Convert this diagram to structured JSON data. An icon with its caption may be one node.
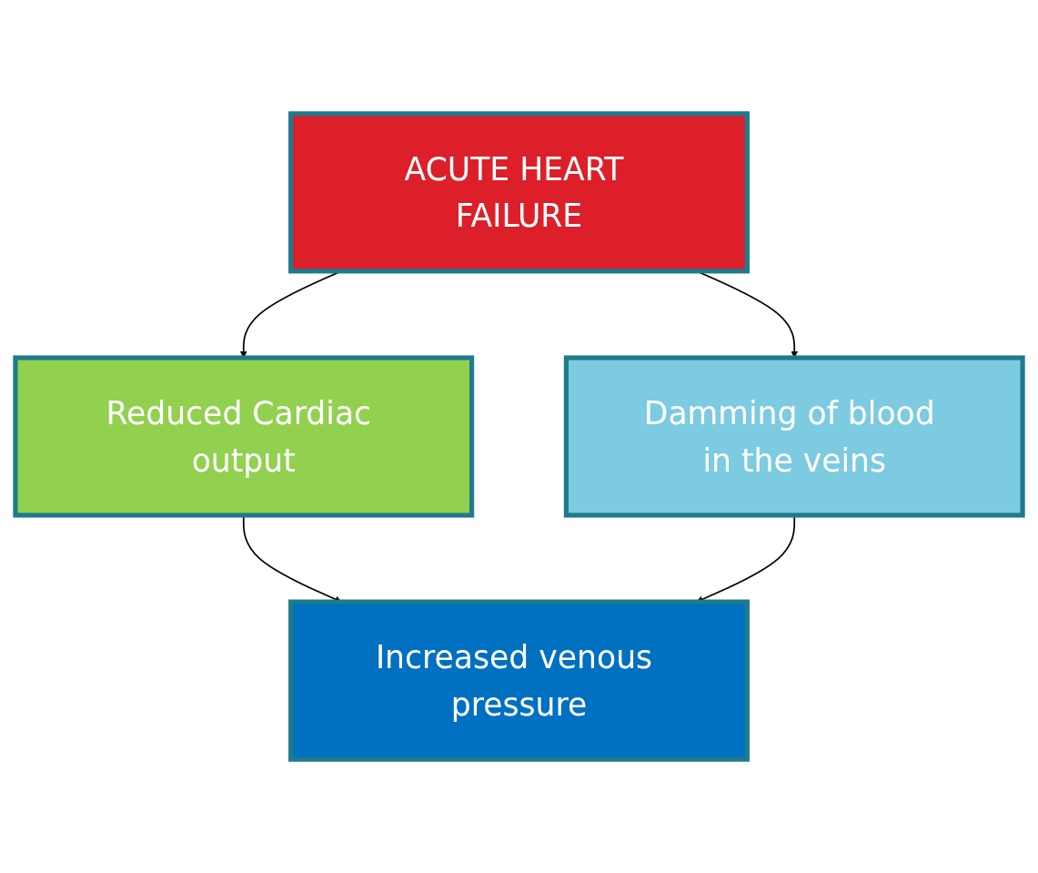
{
  "diagram": {
    "nodes": [
      {
        "text": [
          "ACUTE HEART FAILURE"
        ]
      },
      {
        "text": [
          "Reduced Cardiac output"
        ]
      },
      {
        "text": [
          "Damming of blood in the veins"
        ]
      },
      {
        "text": [
          "Increased venous pressure"
        ]
      }
    ],
    "edges": [
      {
        "from": 0,
        "to": 1,
        "arrow": "to"
      },
      {
        "from": 0,
        "to": 2,
        "arrow": "to"
      },
      {
        "from": 1,
        "to": 3,
        "arrow": "to"
      },
      {
        "from": 2,
        "to": 3,
        "arrow": "to"
      }
    ]
  }
}
